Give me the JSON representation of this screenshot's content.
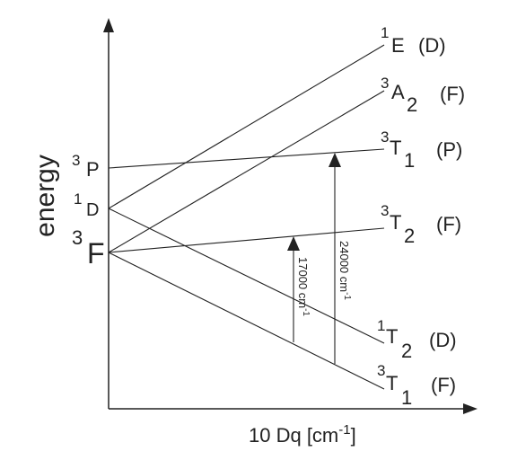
{
  "ylabel": "energy",
  "xlabel": {
    "base": "10 Dq [cm",
    "sup": "-1",
    "end": "]"
  },
  "free_ion_terms": [
    {
      "id": "3P",
      "sup": "3",
      "main": "P"
    },
    {
      "id": "1D",
      "sup": "1",
      "main": "D"
    },
    {
      "id": "3F",
      "sup": "3",
      "main": "F"
    }
  ],
  "states": [
    {
      "id": "1E",
      "sup": "1",
      "main": "E",
      "sub": "",
      "parent": "(D)",
      "from": "1D"
    },
    {
      "id": "3A2",
      "sup": "3",
      "main": "A",
      "sub": "2",
      "parent": "(F)",
      "from": "3F"
    },
    {
      "id": "3T1P",
      "sup": "3",
      "main": "T",
      "sub": "1",
      "parent": "(P)",
      "from": "3P"
    },
    {
      "id": "3T2F",
      "sup": "3",
      "main": "T",
      "sub": "2",
      "parent": "(F)",
      "from": "3F"
    },
    {
      "id": "1T2D",
      "sup": "1",
      "main": "T",
      "sub": "2",
      "parent": "(D)",
      "from": "1D"
    },
    {
      "id": "3T1F",
      "sup": "3",
      "main": "T",
      "sub": "1",
      "parent": "(F)",
      "from": "3F"
    }
  ],
  "transitions": [
    {
      "id": "t1",
      "label": "17000 cm",
      "sup": "-1"
    },
    {
      "id": "t2",
      "label": "24000 cm",
      "sup": "-1"
    }
  ]
}
